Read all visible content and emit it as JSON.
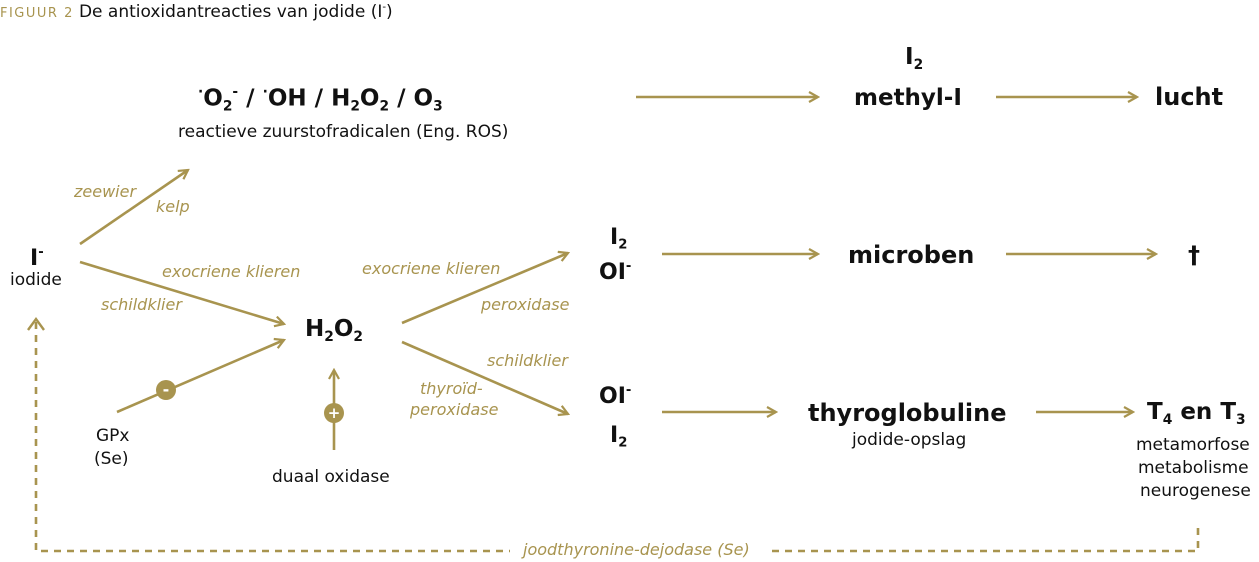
{
  "header": {
    "label": "FIGUUR 2",
    "title": "De antioxidantreacties van jodide (I",
    "title_sup": "-",
    "title_end": ")"
  },
  "colors": {
    "accent": "#a8944f",
    "text": "#111111"
  },
  "nodes": {
    "ros": {
      "o2_dot": "·",
      "o2": "O",
      "o2_sub": "2",
      "o2_sup": "-",
      "sep1": " / ",
      "oh_dot": "·",
      "oh": "OH",
      "sep2": " / ",
      "h2o2_h": "H",
      "h2o2_sub1": "2",
      "h2o2_o": "O",
      "h2o2_sub2": "2",
      "sep3": " / ",
      "o3": "O",
      "o3_sub": "3",
      "caption": "reactieve zuurstofradicalen (Eng. ROS)"
    },
    "i2_methyl": {
      "i": "I",
      "i_sub": "2",
      "methyl": "methyl-I"
    },
    "lucht": "lucht",
    "iodide": {
      "symbol": "I",
      "symbol_sup": "-",
      "caption": "iodide"
    },
    "h2o2": {
      "h": "H",
      "sub1": "2",
      "o": "O",
      "sub2": "2"
    },
    "i2_oi_top": {
      "i": "I",
      "i_sub": "2",
      "oi": "OI",
      "oi_sup": "-"
    },
    "microben": "microben",
    "dagger": "†",
    "oi_i2_bottom": {
      "oi": "OI",
      "oi_sup": "-",
      "i": "I",
      "i_sub": "2"
    },
    "thyroglobuline": {
      "label": "thyroglobuline",
      "caption": "jodide-opslag"
    },
    "t4t3": {
      "t4": "T",
      "t4_sub": "4",
      "en": " en ",
      "t3": "T",
      "t3_sub": "3",
      "effects": [
        "metamorfose",
        "metabolisme",
        "neurogenese"
      ]
    },
    "gpx": {
      "line1": "GPx",
      "line2": "(Se)"
    },
    "duaal_oxidase": "duaal oxidase"
  },
  "edge_labels": {
    "zeewier": "zeewier",
    "kelp": "kelp",
    "exo1": "exocriene klieren",
    "schildklier1": "schildklier",
    "exo2": "exocriene klieren",
    "peroxidase": "peroxidase",
    "schildklier2": "schildklier",
    "thyroid_peroxidase_1": "thyroïd-",
    "thyroid_peroxidase_2": "peroxidase",
    "dejodase": "joodthyronine-dejodase (Se)"
  },
  "badges": {
    "minus": "-",
    "plus": "+"
  }
}
